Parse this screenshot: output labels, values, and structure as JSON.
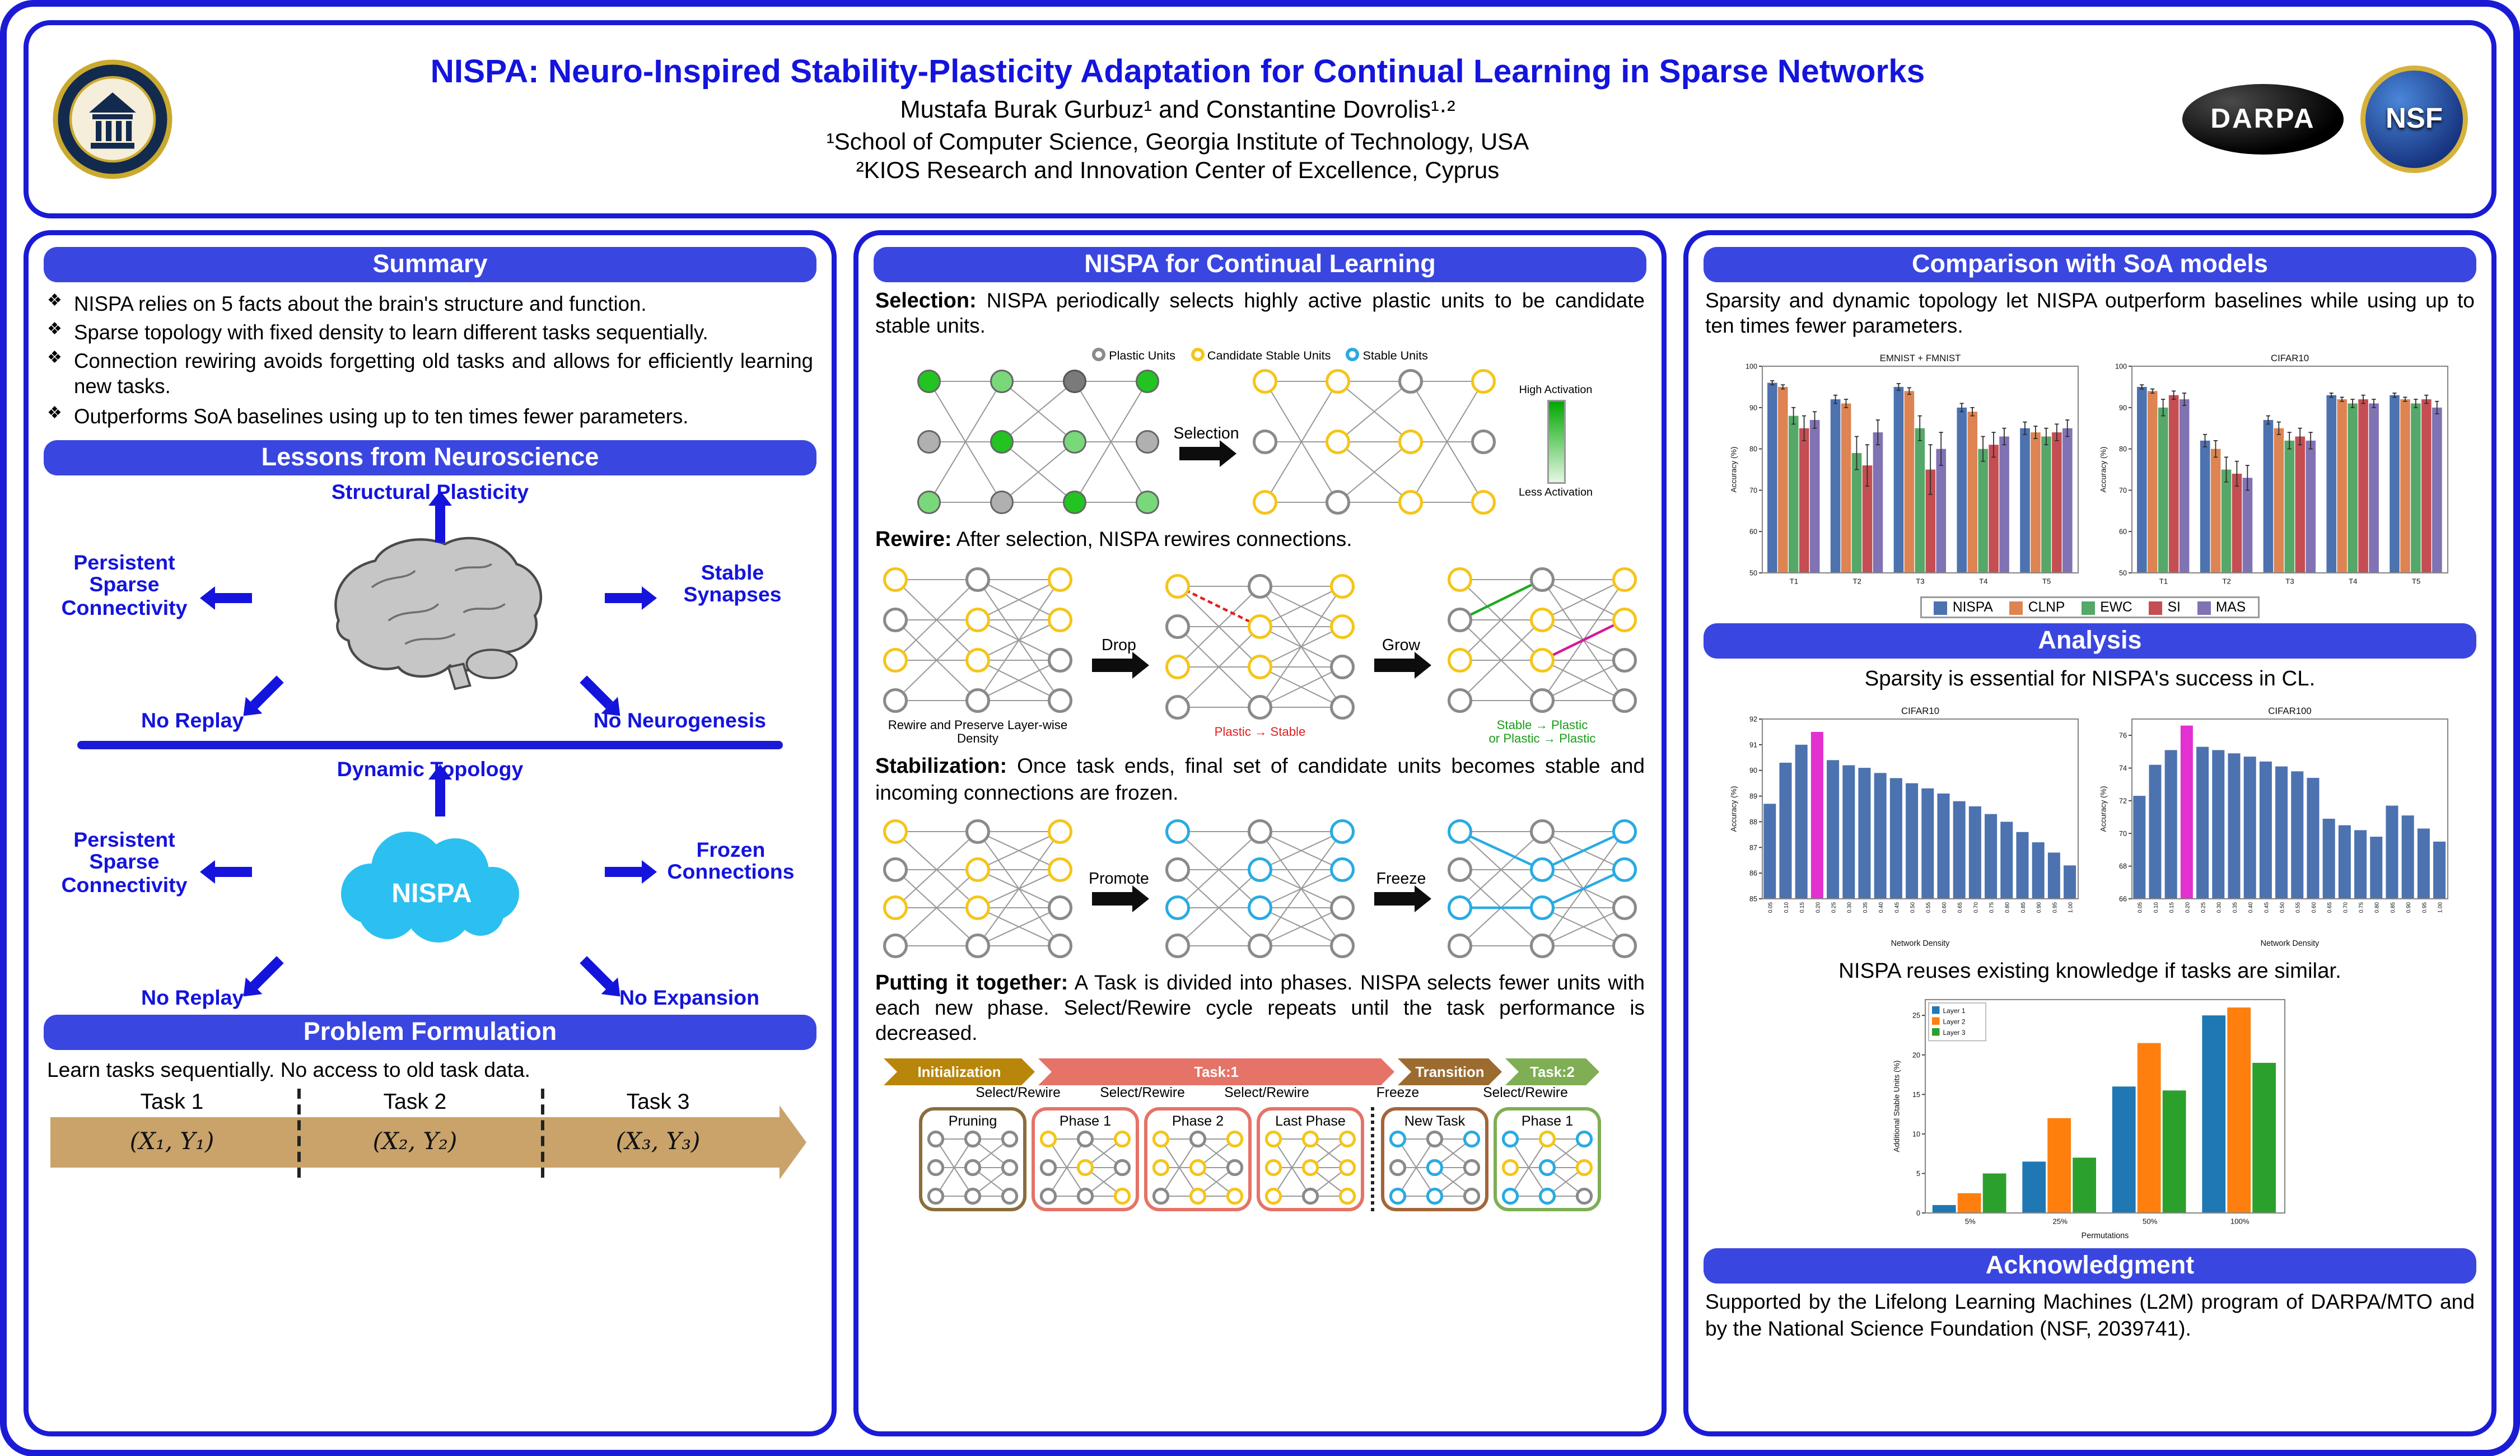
{
  "header": {
    "title": "NISPA: Neuro-Inspired Stability-Plasticity Adaptation for Continual Learning in Sparse Networks",
    "authors": "Mustafa Burak Gurbuz¹ and Constantine Dovrolis¹·²",
    "affiliation1": "¹School of Computer Science, Georgia Institute of Technology, USA",
    "affiliation2": "²KIOS Research and Innovation Center of Excellence, Cyprus",
    "logos": {
      "darpa": "DARPA",
      "nsf": "NSF"
    }
  },
  "colors": {
    "border_blue": "#1b1bd6",
    "pill_blue": "#3a46e0",
    "title_blue": "#1414dd",
    "highlight_magenta": "#e231d0"
  },
  "summary": {
    "heading": "Summary",
    "bullets": [
      "NISPA relies on 5 facts about the brain's structure and function.",
      "Sparse topology with fixed density to learn different tasks sequentially.",
      "Connection rewiring avoids forgetting old tasks and allows for efficiently learning new tasks.",
      "Outperforms SoA baselines using up to ten times fewer parameters."
    ]
  },
  "neuroscience": {
    "heading": "Lessons from Neuroscience",
    "brain_labels": {
      "top": "Structural Plasticity",
      "left": "Persistent Sparse Connectivity",
      "right": "Stable Synapses",
      "bottom_left": "No Replay",
      "bottom_right": "No Neurogenesis"
    },
    "nispa_labels": {
      "top": "Dynamic Topology",
      "left": "Persistent Sparse Connectivity",
      "right": "Frozen Connections",
      "bottom_left": "No Replay",
      "bottom_right": "No Expansion"
    },
    "nispa_text": "NISPA"
  },
  "problem": {
    "heading": "Problem Formulation",
    "text": "Learn tasks sequentially. No access to old task data.",
    "tasks": [
      {
        "label": "Task 1",
        "data": "(X₁, Y₁)"
      },
      {
        "label": "Task 2",
        "data": "(X₂, Y₂)"
      },
      {
        "label": "Task 3",
        "data": "(X₃, Y₃)"
      }
    ]
  },
  "method": {
    "heading": "NISPA for Continual Learning",
    "selection": {
      "title": "Selection:",
      "text": "NISPA periodically selects highly active plastic units to be candidate stable units.",
      "legend": [
        "Plastic Units",
        "Candidate Stable Units",
        "Stable Units"
      ],
      "activation_high": "High Activation",
      "activation_low": "Less Activation",
      "arrow_label": "Selection"
    },
    "rewire": {
      "title": "Rewire:",
      "text": "After selection, NISPA rewires connections.",
      "arrow1": "Drop",
      "arrow2": "Grow",
      "caption1": "Rewire and Preserve Layer-wise Density",
      "caption2": "Plastic → Stable",
      "caption3": "Stable → Plastic",
      "caption3b": "or Plastic → Plastic"
    },
    "stabilization": {
      "title": "Stabilization:",
      "text": "Once task ends, final set of candidate units becomes stable and incoming connections are frozen.",
      "arrow1": "Promote",
      "arrow2": "Freeze"
    },
    "together": {
      "title": "Putting it together:",
      "text": "A Task is divided into phases. NISPA selects fewer units with each new phase. Select/Rewire cycle repeats until the task performance is decreased."
    },
    "timeline": {
      "segments": [
        {
          "label": "Initialization",
          "color": "#b8860b"
        },
        {
          "label": "Task:1",
          "color": "#e57368"
        },
        {
          "label": "Transition",
          "color": "#9c6b30"
        },
        {
          "label": "Task:2",
          "color": "#7fae54"
        }
      ],
      "cycle_labels": [
        "Select/Rewire",
        "Select/Rewire",
        "Select/Rewire",
        "Freeze",
        "Select/Rewire"
      ],
      "phases": [
        {
          "label": "Pruning",
          "border": "#8a6d3b"
        },
        {
          "label": "Phase 1",
          "border": "#e57368"
        },
        {
          "label": "Phase 2",
          "border": "#e57368"
        },
        {
          "label": "Last Phase",
          "border": "#e57368"
        },
        {
          "label": "New Task",
          "border": "#a2653a"
        },
        {
          "label": "Phase 1",
          "border": "#7fae54"
        }
      ]
    }
  },
  "comparison": {
    "heading": "Comparison with SoA models",
    "text": "Sparsity and dynamic topology let NISPA outperform baselines while using up to ten times fewer parameters."
  },
  "analysis": {
    "heading": "Analysis",
    "text1": "Sparsity is essential for NISPA's success in CL.",
    "text2": "NISPA reuses existing knowledge if tasks are similar."
  },
  "acknowledgment": {
    "heading": "Acknowledgment",
    "text": "Supported by the Lifelong Learning Machines (L2M) program of DARPA/MTO and by the National Science Foundation (NSF, 2039741)."
  },
  "node_colors": {
    "P": {
      "fill": "#ffffff",
      "stroke": "#8a8a8a"
    },
    "C": {
      "fill": "#ffffff",
      "stroke": "#f5c518"
    },
    "S": {
      "fill": "#ffffff",
      "stroke": "#29abe2"
    },
    "G3": {
      "fill": "#21c421",
      "stroke": "#666666"
    },
    "G2": {
      "fill": "#79d879",
      "stroke": "#666666"
    },
    "N": {
      "fill": "#b0b0b0",
      "stroke": "#666666"
    },
    "D": {
      "fill": "#7a7a7a",
      "stroke": "#555555"
    }
  },
  "networks": {
    "selection_left": {
      "layers": [
        [
          "G3",
          "N",
          "G2"
        ],
        [
          "G2",
          "G3",
          "N"
        ],
        [
          "D",
          "G2",
          "G3"
        ],
        [
          "G3",
          "N",
          "G2"
        ]
      ]
    },
    "selection_right": {
      "layers": [
        [
          "C",
          "P",
          "C"
        ],
        [
          "C",
          "C",
          "P"
        ],
        [
          "P",
          "C",
          "C"
        ],
        [
          "C",
          "P",
          "C"
        ]
      ]
    },
    "rewire_1": {
      "layers": [
        [
          "C",
          "P",
          "C",
          "P"
        ],
        [
          "P",
          "C",
          "C",
          "P"
        ],
        [
          "C",
          "C",
          "P",
          "P"
        ]
      ]
    },
    "rewire_2": {
      "layers": [
        [
          "C",
          "P",
          "C",
          "P"
        ],
        [
          "P",
          "C",
          "C",
          "P"
        ],
        [
          "C",
          "C",
          "P",
          "P"
        ]
      ],
      "overlays": [
        {
          "from": [
            0,
            0
          ],
          "to": [
            1,
            1
          ],
          "color": "#e02020",
          "dash": "3,2"
        }
      ]
    },
    "rewire_3": {
      "layers": [
        [
          "C",
          "P",
          "C",
          "P"
        ],
        [
          "P",
          "C",
          "C",
          "P"
        ],
        [
          "C",
          "C",
          "P",
          "P"
        ]
      ],
      "overlays": [
        {
          "from": [
            0,
            1
          ],
          "to": [
            1,
            0
          ],
          "color": "#1faa1f"
        },
        {
          "from": [
            1,
            2
          ],
          "to": [
            2,
            1
          ],
          "color": "#d5199a"
        }
      ]
    },
    "stab_1": {
      "layers": [
        [
          "C",
          "P",
          "C",
          "P"
        ],
        [
          "P",
          "C",
          "C",
          "P"
        ],
        [
          "C",
          "C",
          "P",
          "P"
        ]
      ]
    },
    "stab_2": {
      "layers": [
        [
          "S",
          "P",
          "S",
          "P"
        ],
        [
          "P",
          "S",
          "S",
          "P"
        ],
        [
          "S",
          "S",
          "P",
          "P"
        ]
      ]
    },
    "stab_3": {
      "layers": [
        [
          "S",
          "P",
          "S",
          "P"
        ],
        [
          "P",
          "S",
          "S",
          "P"
        ],
        [
          "S",
          "S",
          "P",
          "P"
        ]
      ],
      "overlays": [
        {
          "from": [
            0,
            0
          ],
          "to": [
            1,
            1
          ],
          "color": "#29abe2"
        },
        {
          "from": [
            0,
            2
          ],
          "to": [
            1,
            2
          ],
          "color": "#29abe2"
        },
        {
          "from": [
            1,
            1
          ],
          "to": [
            2,
            0
          ],
          "color": "#29abe2"
        },
        {
          "from": [
            1,
            2
          ],
          "to": [
            2,
            1
          ],
          "color": "#29abe2"
        }
      ]
    },
    "phase_pruning": {
      "layers": [
        [
          "P",
          "P",
          "P"
        ],
        [
          "P",
          "P",
          "P"
        ],
        [
          "P",
          "P",
          "P"
        ]
      ]
    },
    "phase_1": {
      "layers": [
        [
          "C",
          "P",
          "P"
        ],
        [
          "P",
          "C",
          "P"
        ],
        [
          "C",
          "P",
          "C"
        ]
      ]
    },
    "phase_2": {
      "layers": [
        [
          "C",
          "C",
          "P"
        ],
        [
          "P",
          "C",
          "C"
        ],
        [
          "C",
          "P",
          "C"
        ]
      ]
    },
    "phase_last": {
      "layers": [
        [
          "C",
          "C",
          "C"
        ],
        [
          "C",
          "C",
          "P"
        ],
        [
          "C",
          "C",
          "C"
        ]
      ]
    },
    "phase_newtask": {
      "layers": [
        [
          "S",
          "P",
          "S"
        ],
        [
          "P",
          "S",
          "S"
        ],
        [
          "S",
          "P",
          "P"
        ]
      ]
    },
    "phase_1_t2": {
      "layers": [
        [
          "S",
          "C",
          "S"
        ],
        [
          "C",
          "S",
          "S"
        ],
        [
          "S",
          "C",
          "P"
        ]
      ]
    }
  },
  "chart_data": [
    {
      "type": "bar",
      "title": "EMNIST + FMNIST",
      "ylabel": "Accuracy (%)",
      "ylim": [
        50,
        100
      ],
      "yticks": [
        50,
        60,
        70,
        80,
        90,
        100
      ],
      "categories": [
        "T1",
        "T2",
        "T3",
        "T4",
        "T5"
      ],
      "series": [
        {
          "name": "NISPA",
          "color": "#4c72b0",
          "values": [
            96,
            92,
            95,
            90,
            85
          ],
          "errors": [
            0.5,
            1,
            0.8,
            1,
            1.5
          ]
        },
        {
          "name": "CLNP",
          "color": "#dd8452",
          "values": [
            95,
            91,
            94,
            89,
            84
          ],
          "errors": [
            0.5,
            1,
            0.8,
            1,
            1.5
          ]
        },
        {
          "name": "EWC",
          "color": "#55a868",
          "values": [
            88,
            79,
            85,
            80,
            83
          ],
          "errors": [
            2,
            4,
            3,
            3,
            2
          ]
        },
        {
          "name": "SI",
          "color": "#c44e52",
          "values": [
            85,
            76,
            75,
            81,
            84
          ],
          "errors": [
            3,
            5,
            6,
            3,
            2
          ]
        },
        {
          "name": "MAS",
          "color": "#8172b3",
          "values": [
            87,
            84,
            80,
            83,
            85
          ],
          "errors": [
            2,
            3,
            4,
            2,
            2
          ]
        }
      ]
    },
    {
      "type": "bar",
      "title": "CIFAR10",
      "ylabel": "Accuracy (%)",
      "ylim": [
        50,
        100
      ],
      "yticks": [
        50,
        60,
        70,
        80,
        90,
        100
      ],
      "categories": [
        "T1",
        "T2",
        "T3",
        "T4",
        "T5"
      ],
      "series": [
        {
          "name": "NISPA",
          "color": "#4c72b0",
          "values": [
            95,
            82,
            87,
            93,
            93
          ],
          "errors": [
            0.5,
            1.5,
            1,
            0.5,
            0.5
          ]
        },
        {
          "name": "CLNP",
          "color": "#dd8452",
          "values": [
            94,
            80,
            85,
            92,
            92
          ],
          "errors": [
            0.5,
            2,
            1.5,
            0.5,
            0.5
          ]
        },
        {
          "name": "EWC",
          "color": "#55a868",
          "values": [
            90,
            75,
            82,
            91,
            91
          ],
          "errors": [
            2,
            3,
            2,
            1,
            1
          ]
        },
        {
          "name": "SI",
          "color": "#c44e52",
          "values": [
            93,
            74,
            83,
            92,
            92
          ],
          "errors": [
            1,
            3,
            2,
            1,
            1
          ]
        },
        {
          "name": "MAS",
          "color": "#8172b3",
          "values": [
            92,
            73,
            82,
            91,
            90
          ],
          "errors": [
            1.5,
            3,
            2,
            1,
            1.5
          ]
        }
      ]
    },
    {
      "type": "bar",
      "title": "CIFAR10",
      "xlabel": "Network Density",
      "ylabel": "Accuracy (%)",
      "ylim": [
        85,
        92
      ],
      "yticks": [
        85,
        86,
        87,
        88,
        89,
        90,
        91,
        92
      ],
      "rotate_xticks": true,
      "categories": [
        "0.05",
        "0.10",
        "0.15",
        "0.20",
        "0.25",
        "0.30",
        "0.35",
        "0.40",
        "0.45",
        "0.50",
        "0.55",
        "0.60",
        "0.65",
        "0.70",
        "0.75",
        "0.80",
        "0.85",
        "0.90",
        "0.95",
        "1.00"
      ],
      "values": [
        88.7,
        90.3,
        91.0,
        91.5,
        90.4,
        90.2,
        90.1,
        89.9,
        89.7,
        89.5,
        89.3,
        89.1,
        88.8,
        88.6,
        88.3,
        88.0,
        87.6,
        87.2,
        86.8,
        86.3
      ],
      "bar_color": "#4c72b0",
      "highlight_index": 3,
      "highlight_color": "#e231d0"
    },
    {
      "type": "bar",
      "title": "CIFAR100",
      "xlabel": "Network Density",
      "ylabel": "Accuracy (%)",
      "ylim": [
        66,
        77
      ],
      "yticks": [
        66,
        68,
        70,
        72,
        74,
        76
      ],
      "rotate_xticks": true,
      "categories": [
        "0.05",
        "0.10",
        "0.15",
        "0.20",
        "0.25",
        "0.30",
        "0.35",
        "0.40",
        "0.45",
        "0.50",
        "0.55",
        "0.60",
        "0.65",
        "0.70",
        "0.75",
        "0.80",
        "0.85",
        "0.90",
        "0.95",
        "1.00"
      ],
      "values": [
        72.3,
        74.2,
        75.1,
        76.6,
        75.3,
        75.1,
        74.9,
        74.7,
        74.4,
        74.1,
        73.8,
        73.4,
        70.9,
        70.5,
        70.2,
        69.8,
        71.7,
        71.1,
        70.3,
        69.5
      ],
      "bar_color": "#4c72b0",
      "highlight_index": 3,
      "highlight_color": "#e231d0"
    },
    {
      "type": "bar",
      "xlabel": "Permutations",
      "ylabel": "Additional Stable Units (%)",
      "ylim": [
        0,
        27
      ],
      "yticks": [
        0,
        5,
        10,
        15,
        20,
        25
      ],
      "categories": [
        "5%",
        "25%",
        "50%",
        "100%"
      ],
      "legend_inside": true,
      "series": [
        {
          "name": "Layer 1",
          "color": "#1f77b4",
          "values": [
            1,
            6.5,
            16,
            25
          ]
        },
        {
          "name": "Layer 2",
          "color": "#ff7f0e",
          "values": [
            2.5,
            12,
            21.5,
            26
          ]
        },
        {
          "name": "Layer 3",
          "color": "#2ca02c",
          "values": [
            5,
            7,
            15.5,
            19
          ]
        }
      ]
    }
  ]
}
